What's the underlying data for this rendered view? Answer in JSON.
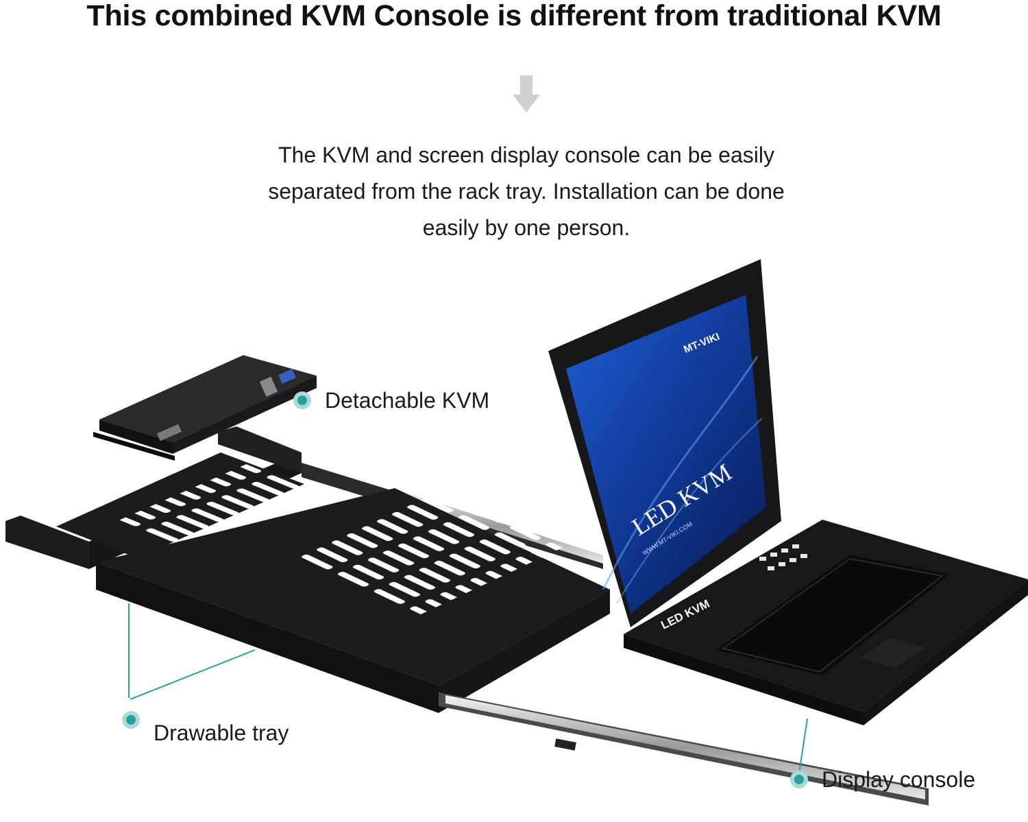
{
  "headline": "This combined KVM Console is different from traditional KVM",
  "description": [
    "The KVM and screen display console can be easily",
    "separated from the rack tray. Installation can be done",
    "easily by one person."
  ],
  "product": {
    "brand": "MT-VIKI",
    "screen_text": "LED KVM",
    "screen_url": "WWW.MT-VIKI.COM",
    "keyboard_panel_text": "LED KVM"
  },
  "callouts": {
    "detachable_kvm": "Detachable KVM",
    "drawable_tray": "Drawable tray",
    "display_console": "Display console"
  },
  "colors": {
    "callout_accent": "#2a9e98",
    "callout_halo": "#a8dcd8",
    "arrow": "#d0d0d0",
    "hardware": "#1c1c1e",
    "screen_blue": "#123c9c"
  },
  "icons": {
    "arrow": "down-arrow-icon"
  }
}
